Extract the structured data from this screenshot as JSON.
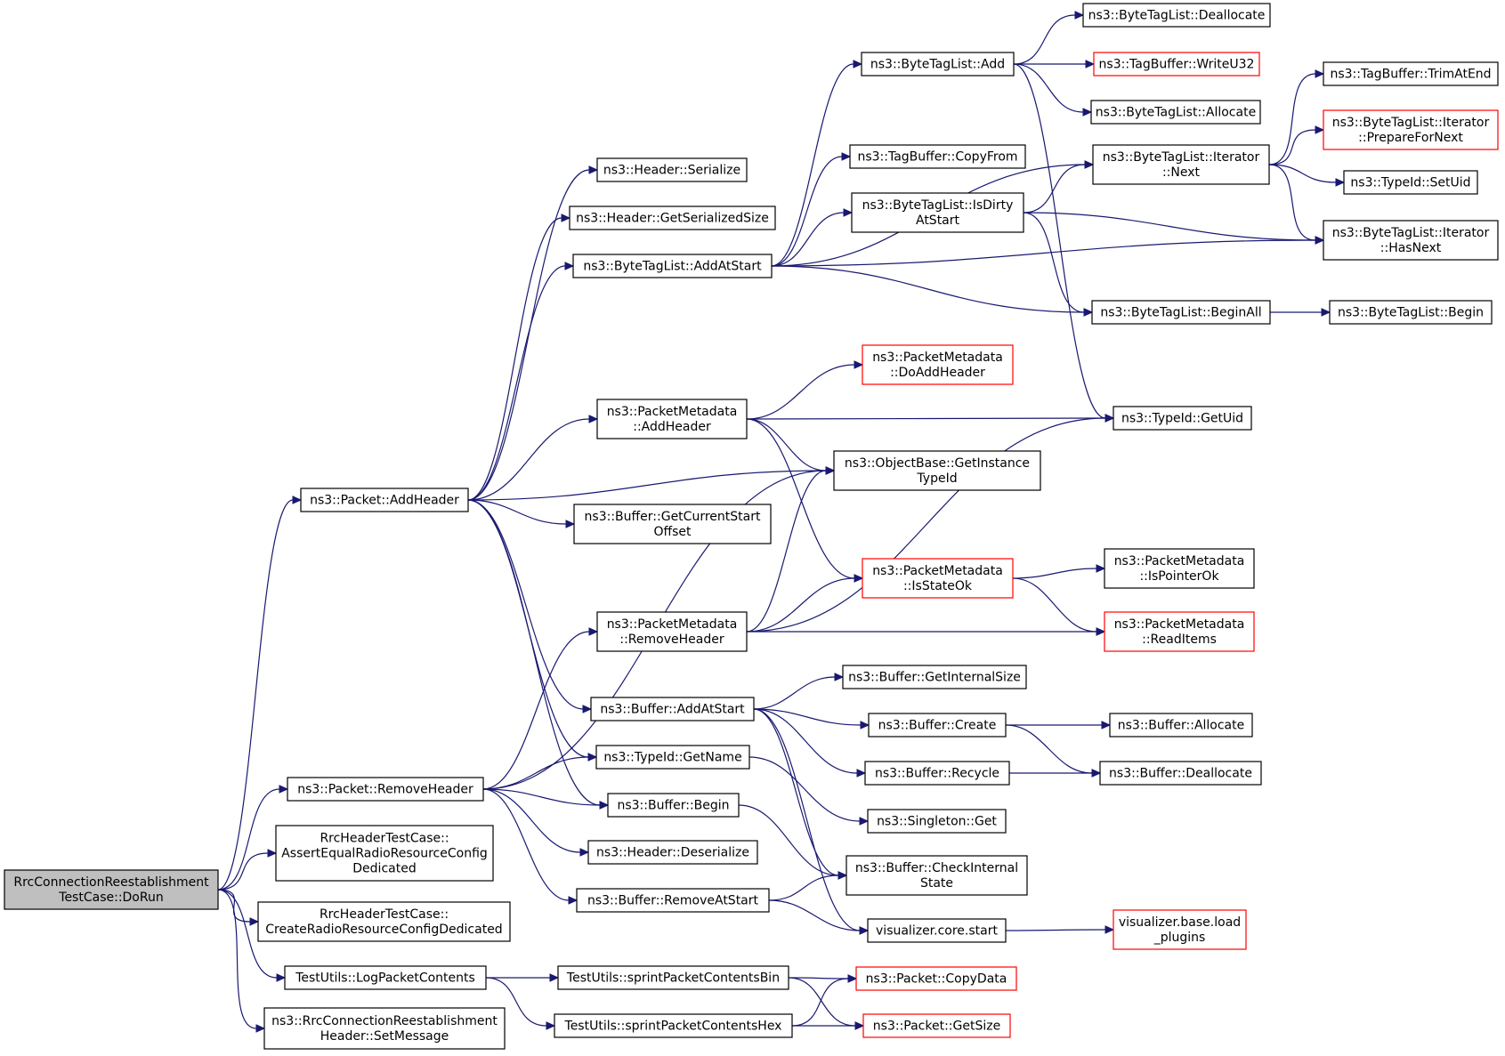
{
  "graph": {
    "colors": {
      "edge": "#191970",
      "root_fill": "#bfbfbf",
      "red_border": "#ff0000",
      "normal_border": "#000000"
    },
    "nodes": [
      {
        "id": "doRun",
        "lines": [
          "RrcConnectionReestablishment",
          "TestCase::DoRun"
        ],
        "style": "root"
      },
      {
        "id": "addHeader",
        "lines": [
          "ns3::Packet::AddHeader"
        ],
        "style": "normal"
      },
      {
        "id": "removeHeader",
        "lines": [
          "ns3::Packet::RemoveHeader"
        ],
        "style": "normal"
      },
      {
        "id": "assertEqual",
        "lines": [
          "RrcHeaderTestCase::",
          "AssertEqualRadioResourceConfig",
          "Dedicated"
        ],
        "style": "normal"
      },
      {
        "id": "createRadio",
        "lines": [
          "RrcHeaderTestCase::",
          "CreateRadioResourceConfigDedicated"
        ],
        "style": "normal"
      },
      {
        "id": "logPacket",
        "lines": [
          "TestUtils::LogPacketContents"
        ],
        "style": "normal"
      },
      {
        "id": "setMessage",
        "lines": [
          "ns3::RrcConnectionReestablishment",
          "Header::SetMessage"
        ],
        "style": "normal"
      },
      {
        "id": "hdrSerialize",
        "lines": [
          "ns3::Header::Serialize"
        ],
        "style": "normal"
      },
      {
        "id": "hdrGetSize",
        "lines": [
          "ns3::Header::GetSerializedSize"
        ],
        "style": "normal"
      },
      {
        "id": "btlAddAtStart",
        "lines": [
          "ns3::ByteTagList::AddAtStart"
        ],
        "style": "normal"
      },
      {
        "id": "pmAddHeader",
        "lines": [
          "ns3::PacketMetadata",
          "::AddHeader"
        ],
        "style": "normal"
      },
      {
        "id": "bufGetCurStart",
        "lines": [
          "ns3::Buffer::GetCurrentStart",
          "Offset"
        ],
        "style": "normal"
      },
      {
        "id": "pmRemoveHeader",
        "lines": [
          "ns3::PacketMetadata",
          "::RemoveHeader"
        ],
        "style": "normal"
      },
      {
        "id": "bufAddAtStart",
        "lines": [
          "ns3::Buffer::AddAtStart"
        ],
        "style": "normal"
      },
      {
        "id": "typeIdGetName",
        "lines": [
          "ns3::TypeId::GetName"
        ],
        "style": "normal"
      },
      {
        "id": "bufBegin",
        "lines": [
          "ns3::Buffer::Begin"
        ],
        "style": "normal"
      },
      {
        "id": "hdrDeserialize",
        "lines": [
          "ns3::Header::Deserialize"
        ],
        "style": "normal"
      },
      {
        "id": "bufRemoveAtStart",
        "lines": [
          "ns3::Buffer::RemoveAtStart"
        ],
        "style": "normal"
      },
      {
        "id": "sprintBin",
        "lines": [
          "TestUtils::sprintPacketContentsBin"
        ],
        "style": "normal"
      },
      {
        "id": "sprintHex",
        "lines": [
          "TestUtils::sprintPacketContentsHex"
        ],
        "style": "normal"
      },
      {
        "id": "btlAdd",
        "lines": [
          "ns3::ByteTagList::Add"
        ],
        "style": "normal"
      },
      {
        "id": "tbCopyFrom",
        "lines": [
          "ns3::TagBuffer::CopyFrom"
        ],
        "style": "normal"
      },
      {
        "id": "btlIsDirty",
        "lines": [
          "ns3::ByteTagList::IsDirty",
          "AtStart"
        ],
        "style": "normal"
      },
      {
        "id": "pmDoAddHeader",
        "lines": [
          "ns3::PacketMetadata",
          "::DoAddHeader"
        ],
        "style": "red"
      },
      {
        "id": "objGetInstance",
        "lines": [
          "ns3::ObjectBase::GetInstance",
          "TypeId"
        ],
        "style": "normal"
      },
      {
        "id": "pmIsStateOk",
        "lines": [
          "ns3::PacketMetadata",
          "::IsStateOk"
        ],
        "style": "red"
      },
      {
        "id": "bufGetInternalSize",
        "lines": [
          "ns3::Buffer::GetInternalSize"
        ],
        "style": "normal"
      },
      {
        "id": "bufCreate",
        "lines": [
          "ns3::Buffer::Create"
        ],
        "style": "normal"
      },
      {
        "id": "bufRecycle",
        "lines": [
          "ns3::Buffer::Recycle"
        ],
        "style": "normal"
      },
      {
        "id": "singletonGet",
        "lines": [
          "ns3::Singleton::Get"
        ],
        "style": "normal"
      },
      {
        "id": "bufCheckInternal",
        "lines": [
          "ns3::Buffer::CheckInternal",
          "State"
        ],
        "style": "normal"
      },
      {
        "id": "visCoreStart",
        "lines": [
          "visualizer.core.start"
        ],
        "style": "normal"
      },
      {
        "id": "pktCopyData",
        "lines": [
          "ns3::Packet::CopyData"
        ],
        "style": "red"
      },
      {
        "id": "pktGetSize",
        "lines": [
          "ns3::Packet::GetSize"
        ],
        "style": "red"
      },
      {
        "id": "btlDeallocate",
        "lines": [
          "ns3::ByteTagList::Deallocate"
        ],
        "style": "normal"
      },
      {
        "id": "tbWriteU32",
        "lines": [
          "ns3::TagBuffer::WriteU32"
        ],
        "style": "red"
      },
      {
        "id": "btlAllocate",
        "lines": [
          "ns3::ByteTagList::Allocate"
        ],
        "style": "normal"
      },
      {
        "id": "btlItNext",
        "lines": [
          "ns3::ByteTagList::Iterator",
          "::Next"
        ],
        "style": "normal"
      },
      {
        "id": "btlBeginAll",
        "lines": [
          "ns3::ByteTagList::BeginAll"
        ],
        "style": "normal"
      },
      {
        "id": "typeIdGetUid",
        "lines": [
          "ns3::TypeId::GetUid"
        ],
        "style": "normal"
      },
      {
        "id": "pmIsPointerOk",
        "lines": [
          "ns3::PacketMetadata",
          "::IsPointerOk"
        ],
        "style": "normal"
      },
      {
        "id": "pmReadItems",
        "lines": [
          "ns3::PacketMetadata",
          "::ReadItems"
        ],
        "style": "red"
      },
      {
        "id": "bufAllocate",
        "lines": [
          "ns3::Buffer::Allocate"
        ],
        "style": "normal"
      },
      {
        "id": "bufDeallocate",
        "lines": [
          "ns3::Buffer::Deallocate"
        ],
        "style": "normal"
      },
      {
        "id": "visLoadPlugins",
        "lines": [
          "visualizer.base.load",
          "_plugins"
        ],
        "style": "red"
      },
      {
        "id": "tbTrimAtEnd",
        "lines": [
          "ns3::TagBuffer::TrimAtEnd"
        ],
        "style": "normal"
      },
      {
        "id": "btlItPrepare",
        "lines": [
          "ns3::ByteTagList::Iterator",
          "::PrepareForNext"
        ],
        "style": "red"
      },
      {
        "id": "typeIdSetUid",
        "lines": [
          "ns3::TypeId::SetUid"
        ],
        "style": "normal"
      },
      {
        "id": "btlItHasNext",
        "lines": [
          "ns3::ByteTagList::Iterator",
          "::HasNext"
        ],
        "style": "normal"
      },
      {
        "id": "btlBegin",
        "lines": [
          "ns3::ByteTagList::Begin"
        ],
        "style": "normal"
      }
    ],
    "edges": [
      [
        "doRun",
        "addHeader"
      ],
      [
        "doRun",
        "removeHeader"
      ],
      [
        "doRun",
        "assertEqual"
      ],
      [
        "doRun",
        "createRadio"
      ],
      [
        "doRun",
        "logPacket"
      ],
      [
        "doRun",
        "setMessage"
      ],
      [
        "addHeader",
        "hdrSerialize"
      ],
      [
        "addHeader",
        "hdrGetSize"
      ],
      [
        "addHeader",
        "btlAddAtStart"
      ],
      [
        "addHeader",
        "pmAddHeader"
      ],
      [
        "addHeader",
        "objGetInstance"
      ],
      [
        "addHeader",
        "bufGetCurStart"
      ],
      [
        "addHeader",
        "bufAddAtStart"
      ],
      [
        "addHeader",
        "typeIdGetName"
      ],
      [
        "addHeader",
        "bufBegin"
      ],
      [
        "removeHeader",
        "objGetInstance"
      ],
      [
        "removeHeader",
        "pmRemoveHeader"
      ],
      [
        "removeHeader",
        "typeIdGetName"
      ],
      [
        "removeHeader",
        "bufBegin"
      ],
      [
        "removeHeader",
        "hdrDeserialize"
      ],
      [
        "removeHeader",
        "bufRemoveAtStart"
      ],
      [
        "logPacket",
        "sprintBin"
      ],
      [
        "logPacket",
        "sprintHex"
      ],
      [
        "btlAddAtStart",
        "btlAdd"
      ],
      [
        "btlAddAtStart",
        "tbCopyFrom"
      ],
      [
        "btlAddAtStart",
        "btlIsDirty"
      ],
      [
        "btlAddAtStart",
        "btlItNext"
      ],
      [
        "btlAddAtStart",
        "btlItHasNext"
      ],
      [
        "btlAddAtStart",
        "btlBeginAll"
      ],
      [
        "pmAddHeader",
        "pmDoAddHeader"
      ],
      [
        "pmAddHeader",
        "typeIdGetUid"
      ],
      [
        "pmAddHeader",
        "objGetInstance"
      ],
      [
        "pmAddHeader",
        "pmIsStateOk"
      ],
      [
        "pmRemoveHeader",
        "objGetInstance"
      ],
      [
        "pmRemoveHeader",
        "typeIdGetUid"
      ],
      [
        "pmRemoveHeader",
        "pmIsStateOk"
      ],
      [
        "pmRemoveHeader",
        "pmReadItems"
      ],
      [
        "bufAddAtStart",
        "bufGetInternalSize"
      ],
      [
        "bufAddAtStart",
        "bufCreate"
      ],
      [
        "bufAddAtStart",
        "bufRecycle"
      ],
      [
        "bufAddAtStart",
        "bufCheckInternal"
      ],
      [
        "bufAddAtStart",
        "visCoreStart"
      ],
      [
        "typeIdGetName",
        "singletonGet"
      ],
      [
        "bufBegin",
        "bufCheckInternal"
      ],
      [
        "bufRemoveAtStart",
        "bufCheckInternal"
      ],
      [
        "bufRemoveAtStart",
        "visCoreStart"
      ],
      [
        "sprintBin",
        "pktCopyData"
      ],
      [
        "sprintBin",
        "pktGetSize"
      ],
      [
        "sprintHex",
        "pktCopyData"
      ],
      [
        "sprintHex",
        "pktGetSize"
      ],
      [
        "btlAdd",
        "btlDeallocate"
      ],
      [
        "btlAdd",
        "tbWriteU32"
      ],
      [
        "btlAdd",
        "btlAllocate"
      ],
      [
        "btlAdd",
        "typeIdGetUid"
      ],
      [
        "btlIsDirty",
        "btlItNext"
      ],
      [
        "btlIsDirty",
        "btlItHasNext"
      ],
      [
        "btlIsDirty",
        "btlBeginAll"
      ],
      [
        "pmIsStateOk",
        "pmIsPointerOk"
      ],
      [
        "pmIsStateOk",
        "pmReadItems"
      ],
      [
        "bufCreate",
        "bufAllocate"
      ],
      [
        "bufCreate",
        "bufDeallocate"
      ],
      [
        "bufRecycle",
        "bufDeallocate"
      ],
      [
        "visCoreStart",
        "visLoadPlugins"
      ],
      [
        "btlItNext",
        "tbTrimAtEnd"
      ],
      [
        "btlItNext",
        "btlItPrepare"
      ],
      [
        "btlItNext",
        "typeIdSetUid"
      ],
      [
        "btlItNext",
        "btlItHasNext"
      ],
      [
        "btlBeginAll",
        "btlBegin"
      ]
    ]
  }
}
